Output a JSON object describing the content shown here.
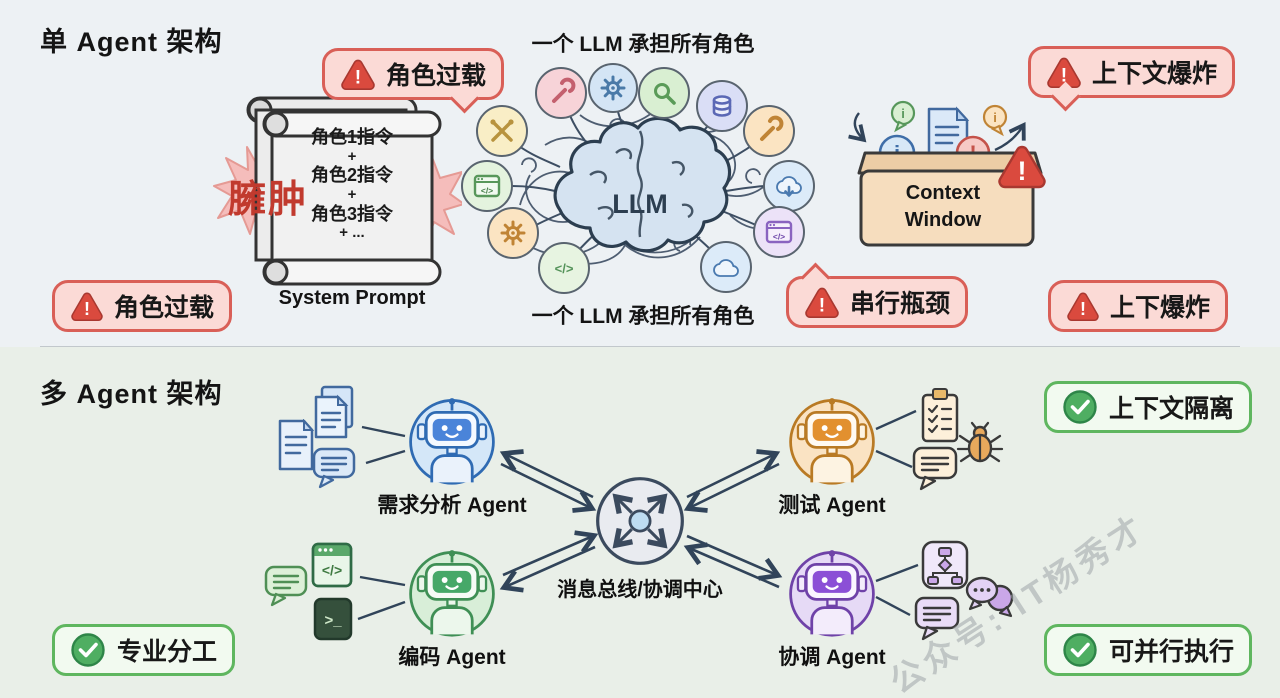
{
  "colors": {
    "warning_border": "#d95f57",
    "warning_fill": "#fbdad6",
    "triangle_red": "#da4a3e",
    "benefit_border": "#5fb65f",
    "benefit_fill": "#f2faf0",
    "check_green": "#4fae62",
    "agent_blue": "#4a84d9",
    "agent_orange": "#e2902f",
    "agent_green": "#46a868",
    "agent_purple": "#8b4fd6",
    "context_box_fill": "#f6ddbe",
    "brain_fill": "#d5e3f1",
    "ink": "#2c3e50"
  },
  "top": {
    "title": "单 Agent 架构",
    "caption_top": "一个 LLM 承担所有角色",
    "caption_bottom": "一个 LLM 承担所有角色",
    "llm_label": "LLM",
    "bloat_label": "臃肿",
    "scroll": {
      "lines": [
        "角色1指令",
        "+",
        "角色2指令",
        "+",
        "角色3指令",
        "+ ..."
      ],
      "caption": "System Prompt"
    },
    "context_window_label": "Context Window",
    "warnings": {
      "role_top": "角色过载",
      "role_left": "角色过载",
      "context_explosion": "上下文爆炸",
      "serial_bottleneck": "串行瓶颈",
      "context_explosion_short": "上下爆炸"
    }
  },
  "bottom": {
    "title": "多 Agent 架构",
    "hub_label": "消息总线/协调中心",
    "agents": {
      "requirements": "需求分析 Agent",
      "testing": "测试 Agent",
      "coding": "编码 Agent",
      "coordination": "协调 Agent"
    },
    "benefits": {
      "context_isolation": "上下文隔离",
      "specialization": "专业分工",
      "parallel_execution": "可并行执行"
    }
  },
  "icons": {
    "alert_glyph": "!",
    "info_glyph": "i",
    "code_glyph": "</>",
    "terminal_glyph": ">_",
    "around_llm": [
      "crossed-tools",
      "wrench",
      "gear",
      "magnifier",
      "database",
      "wrench",
      "code-window",
      "cloud-download",
      "gear",
      "code",
      "code-window",
      "cloud"
    ]
  },
  "watermark": "公众号: IT杨秀才"
}
